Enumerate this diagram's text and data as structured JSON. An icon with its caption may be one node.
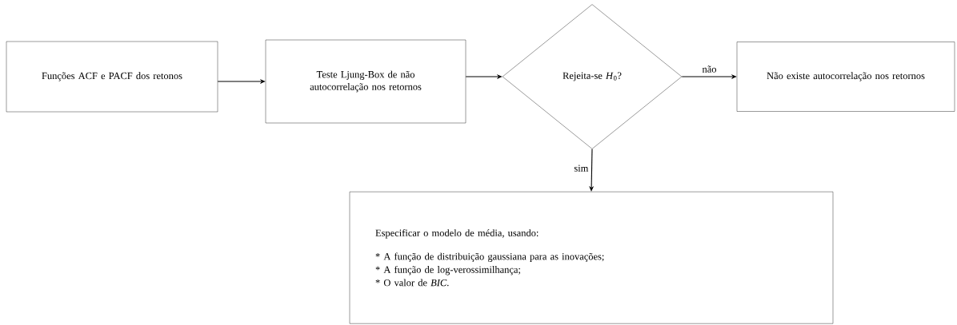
{
  "diagram": {
    "nodes": [
      {
        "text": [
          "Funções ACF e PACF dos retonos"
        ]
      },
      {
        "text": [
          "Teste Ljung-Box de não autocorrelação nos retornos"
        ]
      },
      {
        "text": [
          "Rejeita-se *H*$_{0}$?"
        ]
      },
      {
        "text": [
          "Não existe autocorrelação nos retornos"
        ]
      },
      {
        "text": [
          "Especificar o modelo de média, usando:",
          "* A função de distribuição gaussiana para as inovações;",
          "* A função de log-verossimilhança;",
          "* O valor de *BIC*."
        ]
      }
    ],
    "edges": [
      {
        "from": 0,
        "to": 1,
        "arrow": "to"
      },
      {
        "from": 1,
        "to": 2,
        "arrow": "to"
      },
      {
        "from": 2,
        "to": 3,
        "arrow": "to",
        "label": "não"
      },
      {
        "from": 2,
        "to": 4,
        "arrow": "to",
        "label": "sim"
      }
    ]
  }
}
